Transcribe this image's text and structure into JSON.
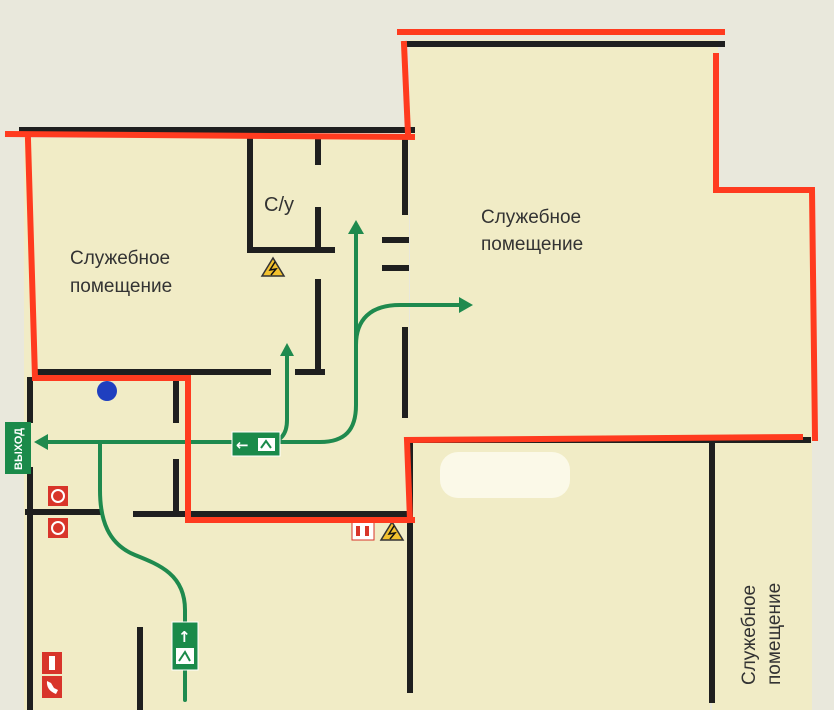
{
  "plan": {
    "rooms": [
      {
        "id": "room-top-left",
        "line1": "Служебное",
        "line2": "помещение"
      },
      {
        "id": "room-top-right",
        "line1": "Служебное",
        "line2": "помещение"
      },
      {
        "id": "room-bottom-right",
        "line1": "Служебное",
        "line2": "помещение"
      }
    ],
    "utility_label": "С/у",
    "exit_label": "ВЫХОД",
    "icons": [
      "electrical-hazard-icon",
      "fire-hose-icon",
      "fire-extinguisher-icon",
      "fire-phone-icon",
      "emergency-exit-sign-icon",
      "fire-alarm-dot-icon"
    ],
    "colors": {
      "background": "#e9e8dc",
      "room_fill": "#f1ecc6",
      "walls": "#1f1f1f",
      "evacuation_route": "#1f8a4e",
      "highlight_outline": "#ff3b1f",
      "exit_sign": "#1a8a4a",
      "hazard": "#f2c12e",
      "fire_equipment": "#d8352a",
      "alarm_dot": "#1f3fbf"
    }
  }
}
